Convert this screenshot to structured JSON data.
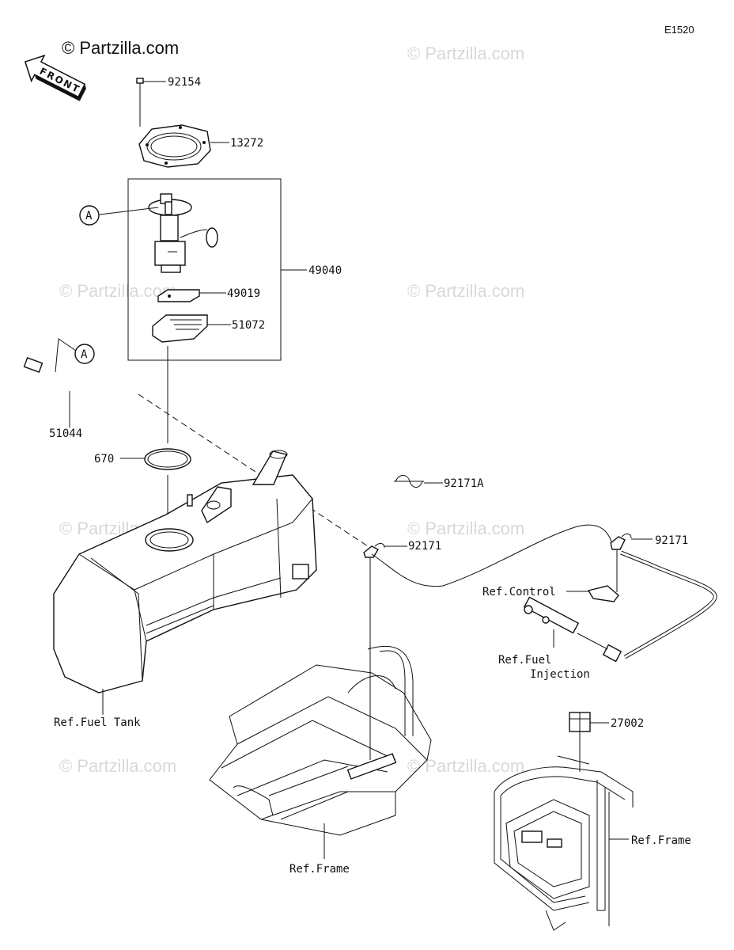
{
  "diagram_code": "E1520",
  "brand": "© Partzilla.com",
  "front_label": "FRONT",
  "watermark": "© Partzilla.com",
  "reference_a": "A",
  "parts": {
    "p92154": "92154",
    "p13272": "13272",
    "p49040": "49040",
    "p49019": "49019",
    "p51072": "51072",
    "p51044": "51044",
    "p670": "670",
    "p92171A": "92171A",
    "p92171_left": "92171",
    "p92171_right": "92171",
    "p27002": "27002"
  },
  "refs": {
    "fuel_tank": "Ref.Fuel Tank",
    "control": "Ref.Control",
    "fuel_injection_1": "Ref.Fuel",
    "fuel_injection_2": "Injection",
    "frame_center": "Ref.Frame",
    "frame_right": "Ref.Frame"
  }
}
